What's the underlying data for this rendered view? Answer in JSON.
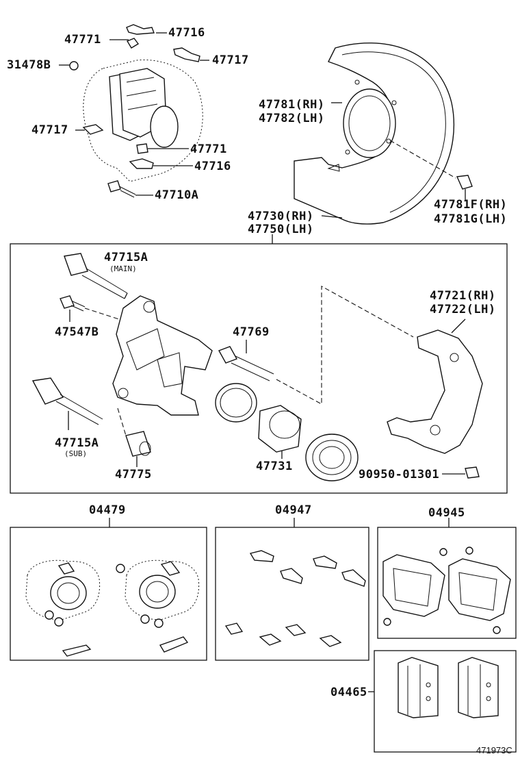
{
  "labels": {
    "p47771a": "47771",
    "p47716a": "47716",
    "p31478b": "31478B",
    "p47717a": "47717",
    "p47717b": "47717",
    "p47771b": "47771",
    "p47716b": "47716",
    "p47710a": "47710A",
    "p47781": "47781(RH)",
    "p47782": "47782(LH)",
    "p47781f": "47781F(RH)",
    "p47781g": "47781G(LH)",
    "p47730": "47730(RH)",
    "p47750": "47750(LH)",
    "p47715a_main": "47715A",
    "main": "(MAIN)",
    "p47547b": "47547B",
    "p47769": "47769",
    "p47721": "47721(RH)",
    "p47722": "47722(LH)",
    "p47715a_sub": "47715A",
    "sub": "(SUB)",
    "p47775": "47775",
    "p47731": "47731",
    "p90950": "90950-01301",
    "k04479": "04479",
    "k04947": "04947",
    "k04945": "04945",
    "k04465": "04465",
    "diagram_code": "471973C"
  }
}
